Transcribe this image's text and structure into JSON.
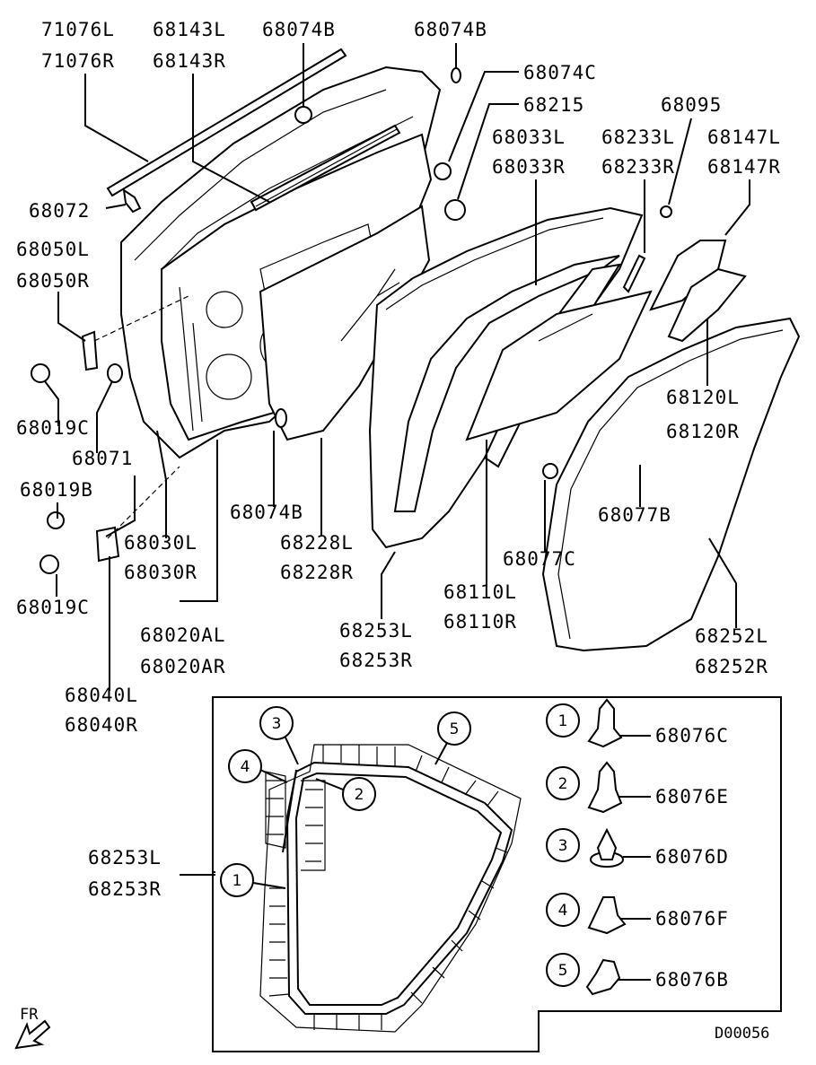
{
  "labels": {
    "l71076L": "71076L",
    "l71076R": "71076R",
    "l68143L": "68143L",
    "l68143R": "68143R",
    "l68074B_a": "68074B",
    "l68074B_b": "68074B",
    "l68074B_c": "68074B",
    "l68074C": "68074C",
    "l68215": "68215",
    "l68095": "68095",
    "l68033L": "68033L",
    "l68033R": "68033R",
    "l68233L": "68233L",
    "l68233R": "68233R",
    "l68147L": "68147L",
    "l68147R": "68147R",
    "l68072": "68072",
    "l68050L": "68050L",
    "l68050R": "68050R",
    "l68019C_a": "68019C",
    "l68019C_b": "68019C",
    "l68071": "68071",
    "l68019B": "68019B",
    "l68030L": "68030L",
    "l68030R": "68030R",
    "l68228L": "68228L",
    "l68228R": "68228R",
    "l68020AL": "68020AL",
    "l68020AR": "68020AR",
    "l68040L": "68040L",
    "l68040R": "68040R",
    "l68253L_a": "68253L",
    "l68253R_a": "68253R",
    "l68110L": "68110L",
    "l68110R": "68110R",
    "l68077C": "68077C",
    "l68077B": "68077B",
    "l68120L": "68120L",
    "l68120R": "68120R",
    "l68252L": "68252L",
    "l68252R": "68252R",
    "l68253L_b": "68253L",
    "l68253R_b": "68253R"
  },
  "inset": {
    "callouts": [
      "1",
      "2",
      "3",
      "4",
      "5"
    ],
    "clip_numbers": [
      "1",
      "2",
      "3",
      "4",
      "5"
    ],
    "clip_parts": [
      "68076C",
      "68076E",
      "68076D",
      "68076F",
      "68076B"
    ]
  },
  "front_label": "FR",
  "diagram_code": "D00056"
}
